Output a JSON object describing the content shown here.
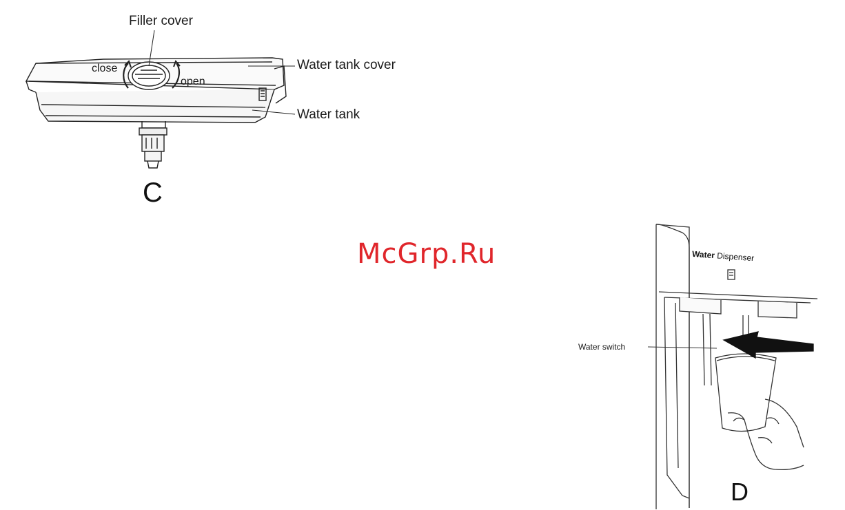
{
  "figure_c": {
    "letter": "C",
    "labels": {
      "filler_cover": "Filler cover",
      "water_tank_cover": "Water tank cover",
      "water_tank": "Water tank",
      "close": "close",
      "open": "open"
    }
  },
  "figure_d": {
    "letter": "D",
    "panel_title_bold": "Water",
    "panel_title_rest": "Dispenser",
    "water_switch": "Water switch"
  },
  "watermark": "McGrp.Ru",
  "colors": {
    "watermark": "#e0262b",
    "line": "#1a1a1a"
  }
}
